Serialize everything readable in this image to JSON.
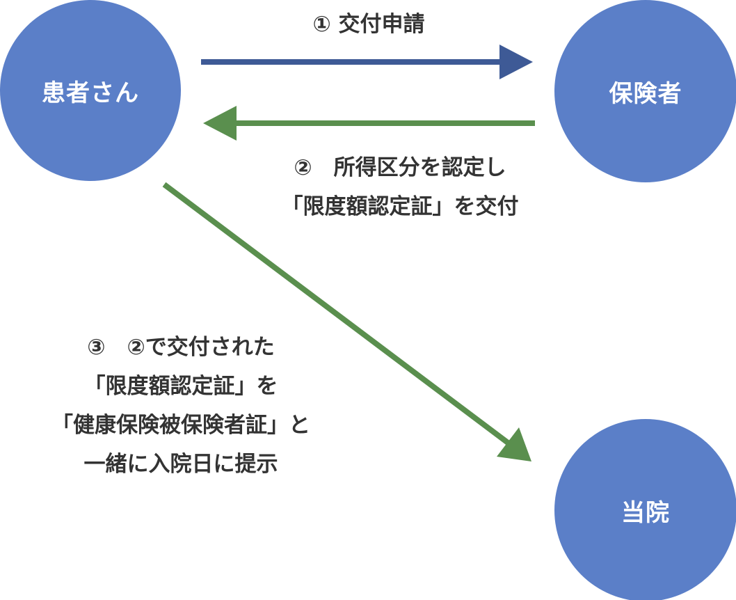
{
  "colors": {
    "node_fill": "#5b7fc8",
    "arrow_blue": "#3e5a96",
    "arrow_green": "#5a8f4e",
    "text_dark": "#333333",
    "text_light": "#ffffff"
  },
  "nodes": {
    "patient": "患者さん",
    "insurer": "保険者",
    "hospital": "当院"
  },
  "steps": {
    "step1": {
      "lines": [
        "① 交付申請"
      ]
    },
    "step2": {
      "lines": [
        "②　所得区分を認定し",
        "「限度額認定証」を交付"
      ]
    },
    "step3": {
      "lines": [
        "③　②で交付された",
        "「限度額認定証」を",
        "「健康保険被保険者証」と",
        "一緒に入院日に提示"
      ]
    }
  },
  "edges": [
    {
      "from": "patient",
      "to": "insurer",
      "label": "step1",
      "color": "arrow_blue"
    },
    {
      "from": "insurer",
      "to": "patient",
      "label": "step2",
      "color": "arrow_green"
    },
    {
      "from": "patient",
      "to": "hospital",
      "label": "step3",
      "color": "arrow_green"
    }
  ]
}
